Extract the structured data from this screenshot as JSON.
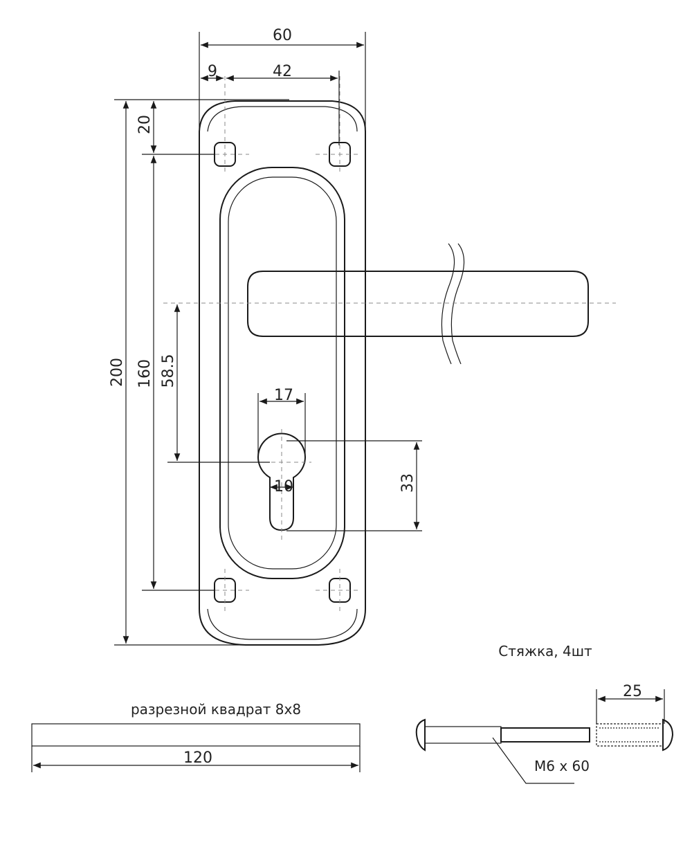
{
  "dimensions": {
    "width_total": "60",
    "screw_offset": "9",
    "screw_spacing": "42",
    "top_to_screw": "20",
    "plate_height": "200",
    "screw_height": "160",
    "handle_to_lock": "58.5",
    "cylinder_width": "17",
    "cylinder_slot": "10",
    "cylinder_height": "33",
    "spindle_length": "120",
    "bolt_sleeve": "25"
  },
  "labels": {
    "ties": "Стяжка, 4шт",
    "spindle": "разрезной квадрат 8х8",
    "bolt": "М6 х 60"
  },
  "colors": {
    "line": "#1a1a1a",
    "axis": "#888888"
  }
}
